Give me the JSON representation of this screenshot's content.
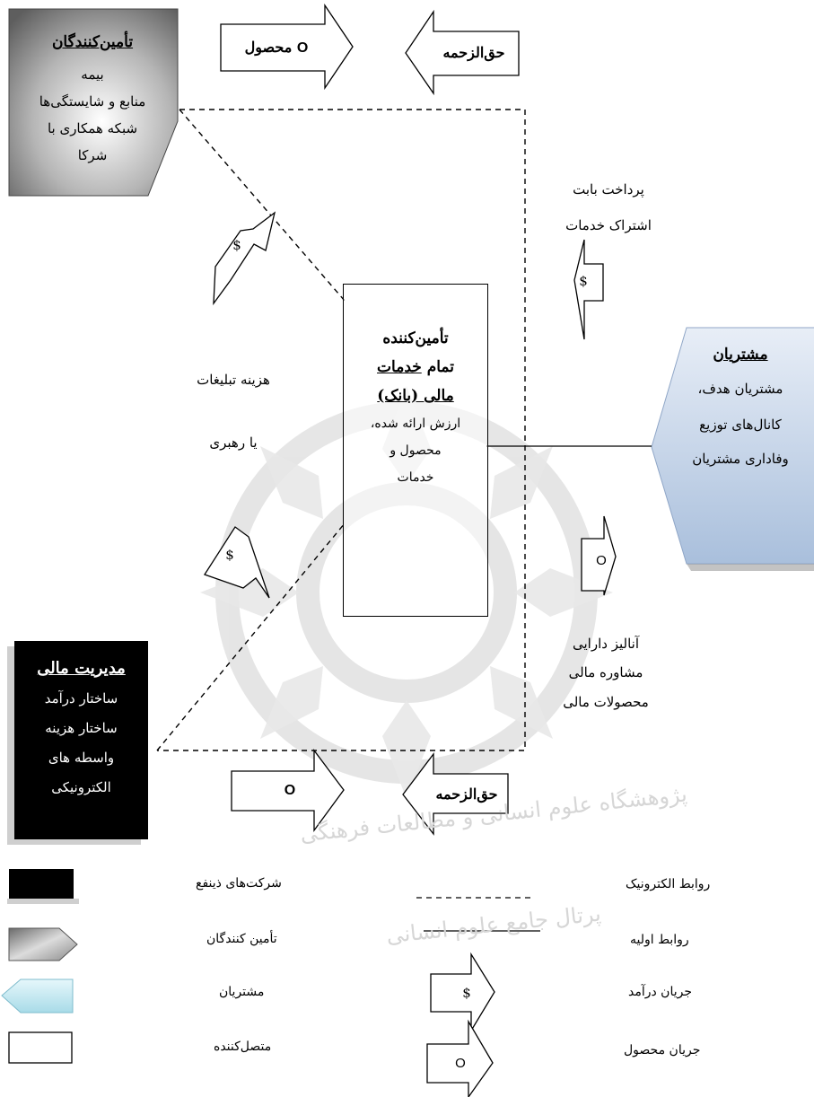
{
  "suppliers": {
    "title": "تأمین‌کنندگان",
    "items": [
      "بیمه",
      "منابع و شایستگی‌ها",
      "شبکه همکاری با",
      "شرکا"
    ]
  },
  "center": {
    "title_line1": "تأمین‌کننده",
    "title_line2_plain": "تمام",
    "title_line2_underlined": "خدمات",
    "title_line3": "مالی (بانک)",
    "body": [
      "ارزش ارائه شده،",
      "محصول و",
      "خدمات"
    ]
  },
  "customers": {
    "title": "مشتریان",
    "items": [
      "مشتریان هدف،",
      "کانال‌های توزیع",
      "وفاداری مشتریان"
    ]
  },
  "finance": {
    "title": "مدیریت مالی",
    "items": [
      "ساختار درآمد",
      "ساختار هزینه",
      "واسطه های",
      "الکترونیکی"
    ]
  },
  "labels": {
    "top_product": "محصول",
    "top_product_symbol": "O",
    "top_commission": "حق‌الزحمه",
    "subscription": [
      "پرداخت بابت",
      "اشتراک خدمات"
    ],
    "advertising": [
      "هزینه تبلیغات",
      "یا رهبری"
    ],
    "analysis": [
      "آنالیز دارایی",
      "مشاوره مالی",
      "محصولات مالی"
    ],
    "bottom_product_symbol": "O",
    "bottom_commission": "حق‌الزحمه",
    "dollar": "$",
    "o_symbol": "O"
  },
  "legend": {
    "stakeholders": "شرکت‌های ذینفع",
    "suppliers": "تأمین کنندگان",
    "customers": "مشتریان",
    "connector": "متصل‌کننده",
    "electronic": "روابط الکترونیک",
    "primary": "روابط اولیه",
    "revenue": "جریان درآمد",
    "product": "جریان محصول"
  },
  "watermark": [
    "پژوهشگاه علوم انسانی و مطالعات فرهنگی",
    "پرتال جامع علوم انسانی"
  ],
  "colors": {
    "customer_fill": "#b7c9e2",
    "supplier_fill": "#9a9a9a",
    "legend_customer": "#bfe6ef",
    "watermark": "#e6e6e6"
  }
}
